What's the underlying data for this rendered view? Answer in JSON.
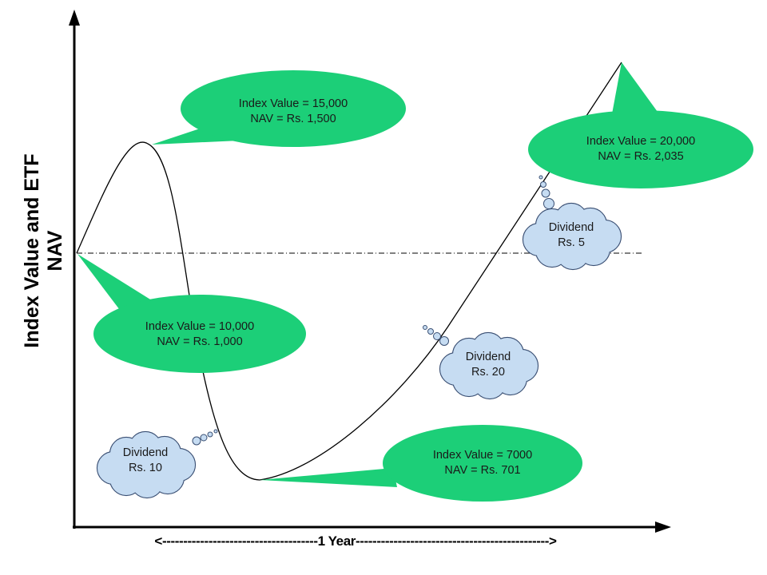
{
  "axes": {
    "y_label_line1": "Index Value and ETF",
    "y_label_line2": "NAV",
    "x_label": "<-------------------------------------1 Year---------------------------------------------->"
  },
  "callouts": {
    "start": {
      "line1": "Index Value = 10,000",
      "line2": "NAV = Rs. 1,000"
    },
    "peak": {
      "line1": "Index Value = 15,000",
      "line2": "NAV = Rs. 1,500"
    },
    "trough": {
      "line1": "Index Value = 7000",
      "line2": "NAV = Rs. 701"
    },
    "end": {
      "line1": "Index Value = 20,000",
      "line2": "NAV = Rs. 2,035"
    }
  },
  "dividends": {
    "first": {
      "line1": "Dividend",
      "line2": "Rs. 10"
    },
    "second": {
      "line1": "Dividend",
      "line2": "Rs. 20"
    },
    "third": {
      "line1": "Dividend",
      "line2": "Rs. 5"
    }
  },
  "colors": {
    "callout_fill": "#1ccf78",
    "cloud_fill": "#c6dcf2",
    "cloud_stroke": "#3a4f73",
    "axis": "#000000"
  }
}
